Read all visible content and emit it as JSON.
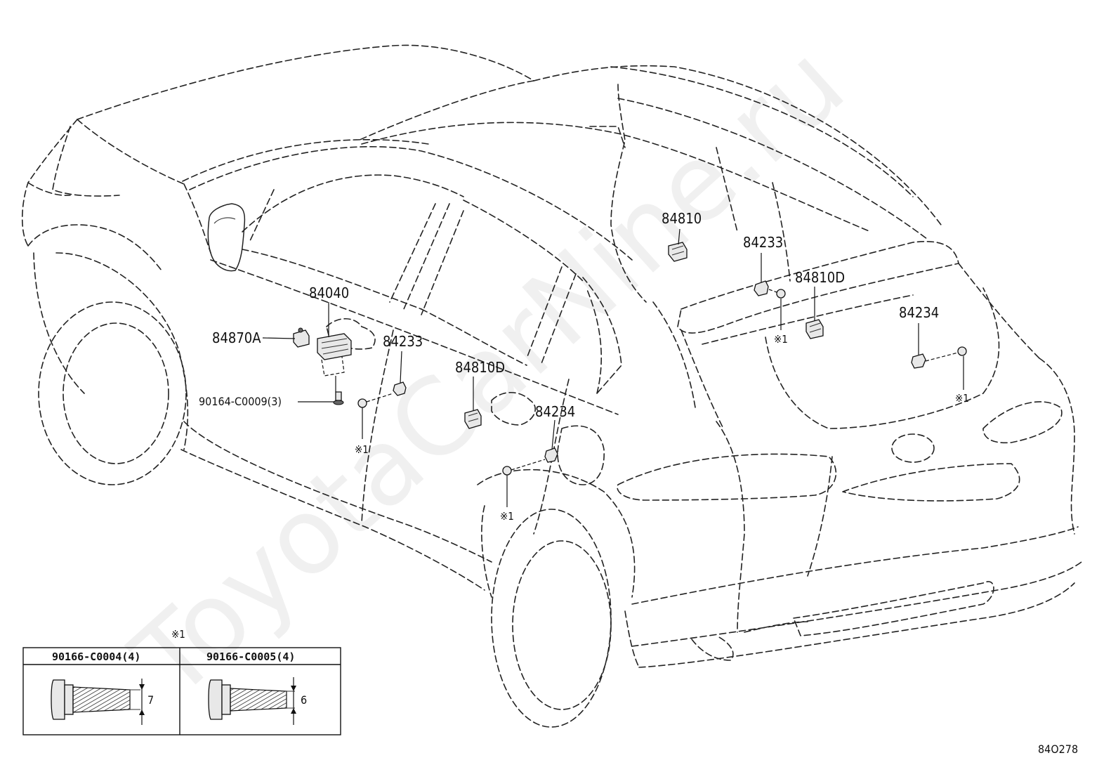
{
  "diagram_number": "84O278",
  "watermark": "ToyotaCarNine.ru",
  "callouts": {
    "c84040": "84040",
    "c84870a": "84870A",
    "c90164": "90164-C0009(3)",
    "c84233_front": "84233",
    "c84810d_front": "84810D",
    "c84234_front": "84234",
    "c84810": "84810",
    "c84233_rear": "84233",
    "c84810d_rear": "84810D",
    "c84234_rear": "84234"
  },
  "marks": {
    "m1": "※1",
    "m2": "※1",
    "m3": "※1",
    "m4": "※1",
    "m5": "※1"
  },
  "fastener_table": {
    "title_mark": "※1",
    "left_header": "90166-C0004(4)",
    "right_header": "90166-C0005(4)",
    "left_dim": "7",
    "right_dim": "6"
  }
}
